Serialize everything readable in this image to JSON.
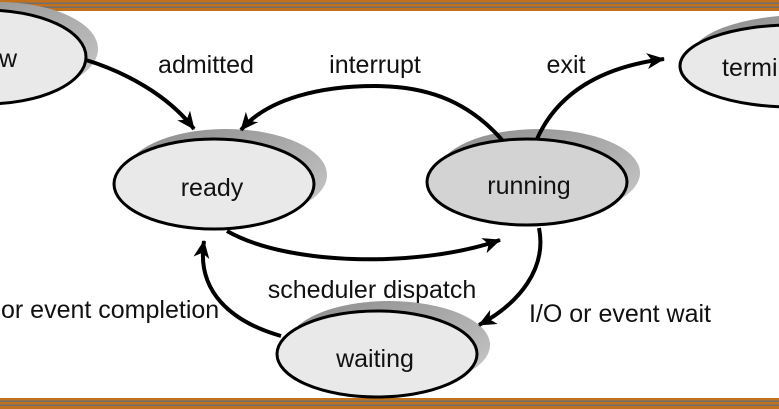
{
  "diagram": {
    "type": "process-state-diagram",
    "states": {
      "new": {
        "visible_label": "w"
      },
      "ready": {
        "label": "ready"
      },
      "running": {
        "label": "running"
      },
      "waiting": {
        "label": "waiting"
      },
      "terminated": {
        "visible_label": "termi"
      }
    },
    "transitions": {
      "admitted": {
        "label": "admitted"
      },
      "interrupt": {
        "label": "interrupt"
      },
      "exit": {
        "label": "exit"
      },
      "scheduler_dispatch": {
        "label": "scheduler dispatch"
      },
      "io_wait": {
        "label": "I/O or event wait"
      },
      "io_completion": {
        "visible_label": "or event completion"
      }
    }
  },
  "colors": {
    "background": "#ffffff",
    "border_orange": "#c1711d",
    "border_gray": "#6f6f6f",
    "state_fill_light": "#e9e9e9",
    "state_fill_running": "#d3d3d3",
    "outline": "#000000",
    "text": "#111111",
    "shadow_dark": "#8a8a8a",
    "shadow_light": "#cccccc"
  }
}
